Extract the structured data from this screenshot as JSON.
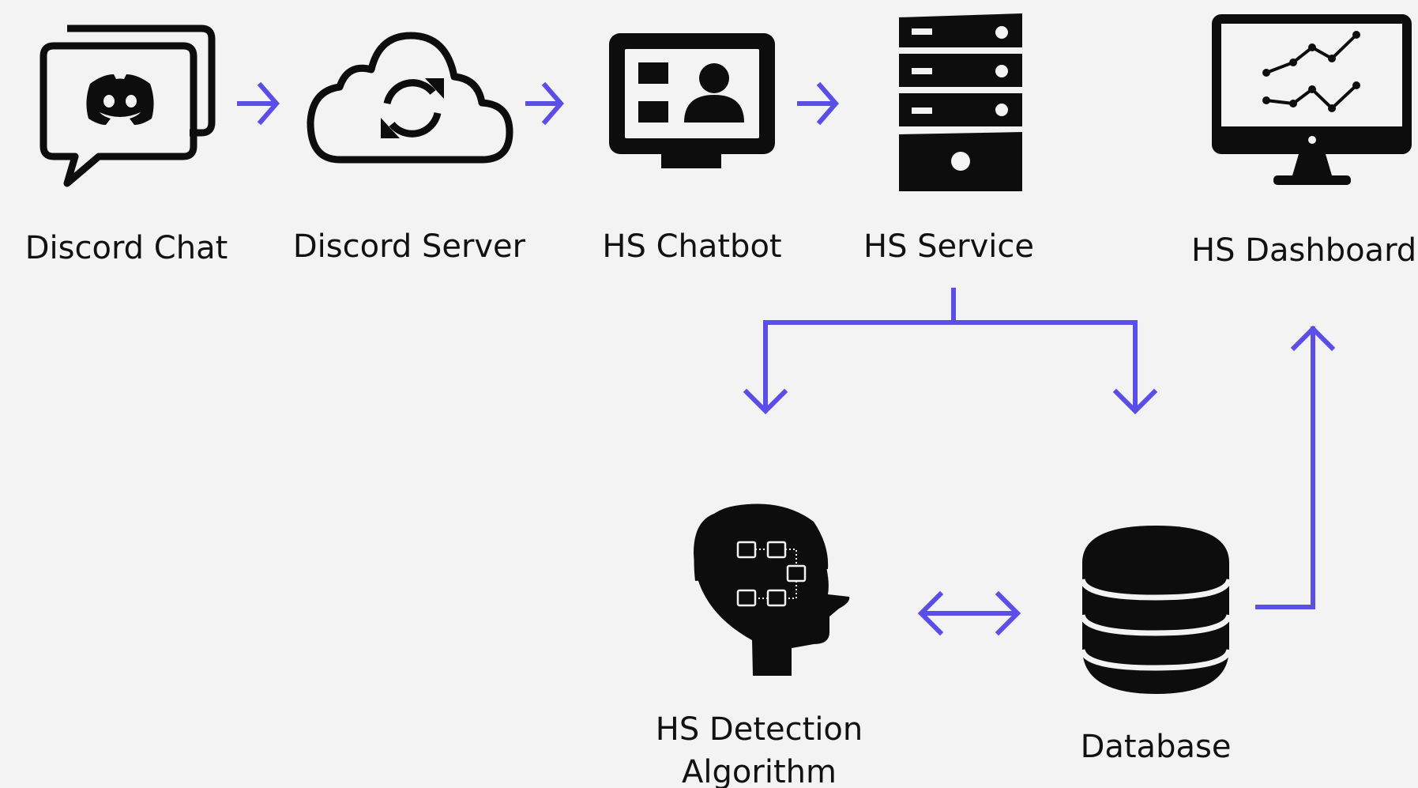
{
  "nodes": {
    "discord_chat": {
      "label": "Discord Chat"
    },
    "discord_server": {
      "label": "Discord Server"
    },
    "hs_chatbot": {
      "label": "HS Chatbot"
    },
    "hs_service": {
      "label": "HS Service"
    },
    "hs_dashboard": {
      "label": "HS Dashboard"
    },
    "hs_detection": {
      "label_line1": "HS Detection",
      "label_line2": "Algorithm"
    },
    "database": {
      "label": "Database"
    }
  },
  "icons": {
    "discord_chat": "chat-bubbles-discord-icon",
    "discord_server": "cloud-sync-icon",
    "hs_chatbot": "monitor-profile-icon",
    "hs_service": "server-rack-icon",
    "hs_dashboard": "monitor-chart-icon",
    "hs_detection": "head-network-icon",
    "database": "database-icon"
  },
  "colors": {
    "arrow": "#5b4ee6",
    "icon": "#0d0d0d",
    "background": "#f3f3f3"
  }
}
